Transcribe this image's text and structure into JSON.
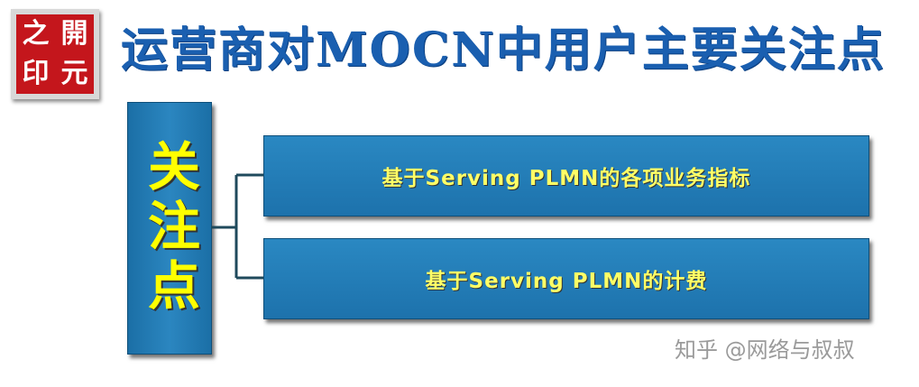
{
  "logo": {
    "chars": [
      "之",
      "開",
      "印",
      "元"
    ]
  },
  "title": "运营商对MOCN中用户主要关注点",
  "focus_label": "关注点",
  "items": [
    {
      "label": "基于Serving  PLMN的各项业务指标"
    },
    {
      "label": "基于Serving  PLMN的计费"
    }
  ],
  "watermark": "知乎 @网络与叔叔",
  "colors": {
    "title": "#1a5fb0",
    "box_fill": "#2183bd",
    "focus_text": "#ffff00",
    "item_text": "#ffff66",
    "logo_red": "#c4161c"
  }
}
